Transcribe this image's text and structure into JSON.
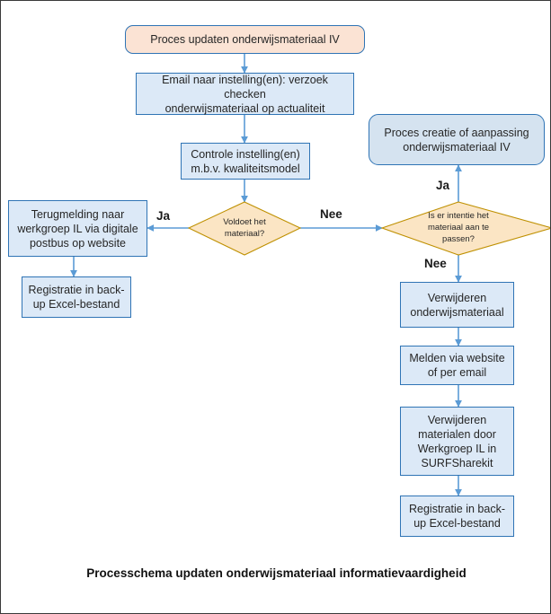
{
  "diagram": {
    "caption": "Processchema updaten onderwijsmateriaal informatievaardigheid",
    "colors": {
      "process_fill": "#DCE9F7",
      "process_border": "#2F74B5",
      "start_fill": "#FBE3D4",
      "alt_terminator_fill": "#D5E3F0",
      "decision_fill": "#FBE5C4",
      "decision_border": "#BF9000",
      "connector": "#5B9BD5",
      "text": "#262626"
    },
    "nodes": [
      {
        "id": "start",
        "shape": "terminator",
        "text": "Proces updaten onderwijsmateriaal IV"
      },
      {
        "id": "email",
        "shape": "process",
        "text": "Email naar instelling(en): verzoek checken onderwijsmateriaal op actualiteit"
      },
      {
        "id": "controle",
        "shape": "process",
        "text": "Controle instelling(en) m.b.v. kwaliteitsmodel"
      },
      {
        "id": "voldoet",
        "shape": "decision",
        "text": "Voldoet het materiaal?"
      },
      {
        "id": "terugmelding",
        "shape": "process",
        "text": "Terugmelding naar werkgroep IL via digitale postbus op website"
      },
      {
        "id": "registratie-left",
        "shape": "process",
        "text": "Registratie in back-up Excel-bestand"
      },
      {
        "id": "proces-creatie",
        "shape": "terminator",
        "text": "Proces creatie of aanpassing onderwijsmateriaal IV"
      },
      {
        "id": "intentie",
        "shape": "decision",
        "text": "Is er intentie het materiaal aan te passen?"
      },
      {
        "id": "verwijderen-om",
        "shape": "process",
        "text": "Verwijderen onderwijsmateriaal"
      },
      {
        "id": "melden",
        "shape": "process",
        "text": "Melden via website of per email"
      },
      {
        "id": "verwijderen-surf",
        "shape": "process",
        "text": "Verwijderen materialen door Werkgroep IL in SURFSharekit"
      },
      {
        "id": "registratie-right",
        "shape": "process",
        "text": "Registratie in back-up Excel-bestand"
      }
    ],
    "node_text": {
      "start": "Proces updaten onderwijsmateriaal IV",
      "email_line1": "Email naar instelling(en): verzoek checken",
      "email_line2": "onderwijsmateriaal op actualiteit",
      "controle_line1": "Controle instelling(en)",
      "controle_line2": "m.b.v. kwaliteitsmodel",
      "voldoet_line1": "Voldoet het",
      "voldoet_line2": "materiaal?",
      "terugmelding_line1": "Terugmelding naar",
      "terugmelding_line2": "werkgroep IL via digitale",
      "terugmelding_line3": "postbus op website",
      "registratie_left_line1": "Registratie in back-",
      "registratie_left_line2": "up Excel-bestand",
      "proces_creatie_line1": "Proces creatie of aanpassing",
      "proces_creatie_line2": "onderwijsmateriaal IV",
      "intentie_line1": "Is er intentie het",
      "intentie_line2": "materiaal aan te",
      "intentie_line3": "passen?",
      "verwijderen_om_line1": "Verwijderen",
      "verwijderen_om_line2": "onderwijsmateriaal",
      "melden_line1": "Melden via website",
      "melden_line2": "of per email",
      "verwijderen_surf_line1": "Verwijderen",
      "verwijderen_surf_line2": "materialen door",
      "verwijderen_surf_line3": "Werkgroep IL in",
      "verwijderen_surf_line4": "SURFSharekit",
      "registratie_right_line1": "Registratie in back-",
      "registratie_right_line2": "up Excel-bestand"
    },
    "edge_labels": {
      "voldoet_ja": "Ja",
      "voldoet_nee": "Nee",
      "intentie_ja": "Ja",
      "intentie_nee": "Nee"
    }
  }
}
